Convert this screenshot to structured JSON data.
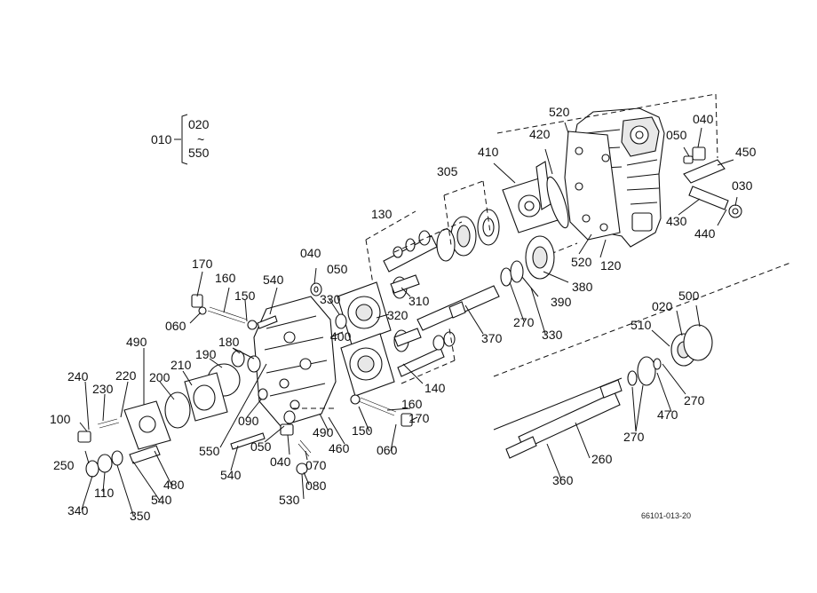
{
  "diagram": {
    "reference": "66101-013-20",
    "assembly": {
      "main": "010",
      "top": "020",
      "sep": "~",
      "bottom": "550"
    },
    "labels": [
      {
        "id": "l-520a",
        "text": "520"
      },
      {
        "id": "l-040a",
        "text": "040"
      },
      {
        "id": "l-050a",
        "text": "050"
      },
      {
        "id": "l-420",
        "text": "420"
      },
      {
        "id": "l-410",
        "text": "410"
      },
      {
        "id": "l-450",
        "text": "450"
      },
      {
        "id": "l-305",
        "text": "305"
      },
      {
        "id": "l-030",
        "text": "030"
      },
      {
        "id": "l-130",
        "text": "130"
      },
      {
        "id": "l-430",
        "text": "430"
      },
      {
        "id": "l-440",
        "text": "440"
      },
      {
        "id": "l-520b",
        "text": "520"
      },
      {
        "id": "l-120",
        "text": "120"
      },
      {
        "id": "l-040b",
        "text": "040"
      },
      {
        "id": "l-050b",
        "text": "050"
      },
      {
        "id": "l-170a",
        "text": "170"
      },
      {
        "id": "l-160a",
        "text": "160"
      },
      {
        "id": "l-540a",
        "text": "540"
      },
      {
        "id": "l-330a",
        "text": "330"
      },
      {
        "id": "l-310",
        "text": "310"
      },
      {
        "id": "l-380",
        "text": "380"
      },
      {
        "id": "l-150a",
        "text": "150"
      },
      {
        "id": "l-390",
        "text": "390"
      },
      {
        "id": "l-320",
        "text": "320"
      },
      {
        "id": "l-060a",
        "text": "060"
      },
      {
        "id": "l-270a",
        "text": "270"
      },
      {
        "id": "l-330b",
        "text": "330"
      },
      {
        "id": "l-500",
        "text": "500"
      },
      {
        "id": "l-020",
        "text": "020"
      },
      {
        "id": "l-400",
        "text": "400"
      },
      {
        "id": "l-370",
        "text": "370"
      },
      {
        "id": "l-510",
        "text": "510"
      },
      {
        "id": "l-490a",
        "text": "490"
      },
      {
        "id": "l-180",
        "text": "180"
      },
      {
        "id": "l-190",
        "text": "190"
      },
      {
        "id": "l-210",
        "text": "210"
      },
      {
        "id": "l-140",
        "text": "140"
      },
      {
        "id": "l-240",
        "text": "240"
      },
      {
        "id": "l-220",
        "text": "220"
      },
      {
        "id": "l-200",
        "text": "200"
      },
      {
        "id": "l-230",
        "text": "230"
      },
      {
        "id": "l-270b",
        "text": "270"
      },
      {
        "id": "l-470",
        "text": "470"
      },
      {
        "id": "l-160b",
        "text": "160"
      },
      {
        "id": "l-100",
        "text": "100"
      },
      {
        "id": "l-090",
        "text": "090"
      },
      {
        "id": "l-170b",
        "text": "170"
      },
      {
        "id": "l-150b",
        "text": "150"
      },
      {
        "id": "l-490b",
        "text": "490"
      },
      {
        "id": "l-270c",
        "text": "270"
      },
      {
        "id": "l-050c",
        "text": "050"
      },
      {
        "id": "l-550",
        "text": "550"
      },
      {
        "id": "l-060b",
        "text": "060"
      },
      {
        "id": "l-460",
        "text": "460"
      },
      {
        "id": "l-250",
        "text": "250"
      },
      {
        "id": "l-040c",
        "text": "040"
      },
      {
        "id": "l-070",
        "text": "070"
      },
      {
        "id": "l-260",
        "text": "260"
      },
      {
        "id": "l-540b",
        "text": "540"
      },
      {
        "id": "l-480",
        "text": "480"
      },
      {
        "id": "l-080",
        "text": "080"
      },
      {
        "id": "l-110",
        "text": "110"
      },
      {
        "id": "l-360",
        "text": "360"
      },
      {
        "id": "l-540c",
        "text": "540"
      },
      {
        "id": "l-530",
        "text": "530"
      },
      {
        "id": "l-340",
        "text": "340"
      },
      {
        "id": "l-350",
        "text": "350"
      }
    ]
  }
}
